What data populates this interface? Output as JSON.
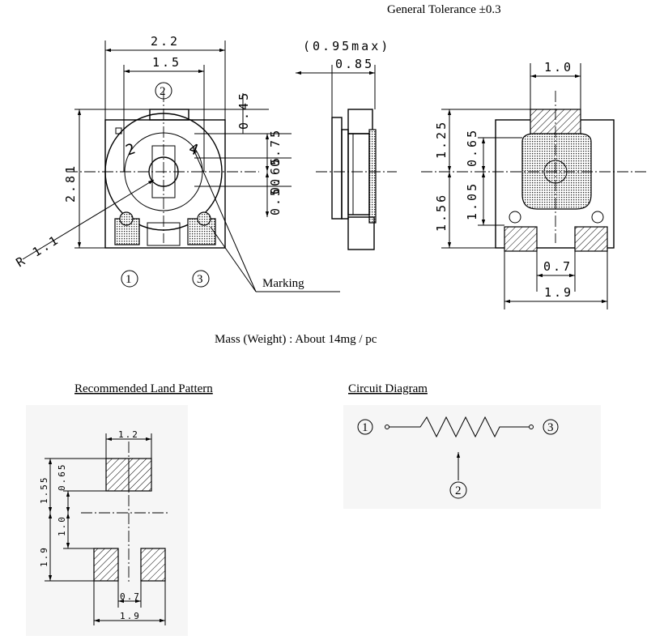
{
  "header": {
    "tolerance": "General Tolerance   ±0.3"
  },
  "top_view": {
    "dim_width_outer": "2.2",
    "dim_width_inner": "1.5",
    "dim_height": "2.81",
    "dim_045": "0.45",
    "dim_075": "0.75",
    "dim_065": "0.65",
    "dim_050": "0.50",
    "dim_radius": "R 1.1",
    "pin_top": "2",
    "pin_left": "1",
    "pin_right": "3",
    "rotor_mark_2": "2",
    "rotor_mark_4": "4",
    "marking_label": "Marking"
  },
  "side_view": {
    "dim_max": "(0.95max)",
    "dim_085": "0.85"
  },
  "bottom_view": {
    "dim_10": "1.0",
    "dim_125": "1.25",
    "dim_065": "0.65",
    "dim_105": "1.05",
    "dim_156": "1.56",
    "dim_07": "0.7",
    "dim_19": "1.9"
  },
  "mass": "Mass (Weight) : About  14mg / pc",
  "land_pattern": {
    "title": "Recommended Land Pattern",
    "dim_12": "1.2",
    "dim_155": "1.55",
    "dim_065": "0.65",
    "dim_10": "1.0",
    "dim_19_v": "1.9",
    "dim_07": "0.7",
    "dim_19_h": "1.9"
  },
  "circuit": {
    "title": "Circuit Diagram",
    "pin1": "1",
    "pin2": "2",
    "pin3": "3"
  }
}
